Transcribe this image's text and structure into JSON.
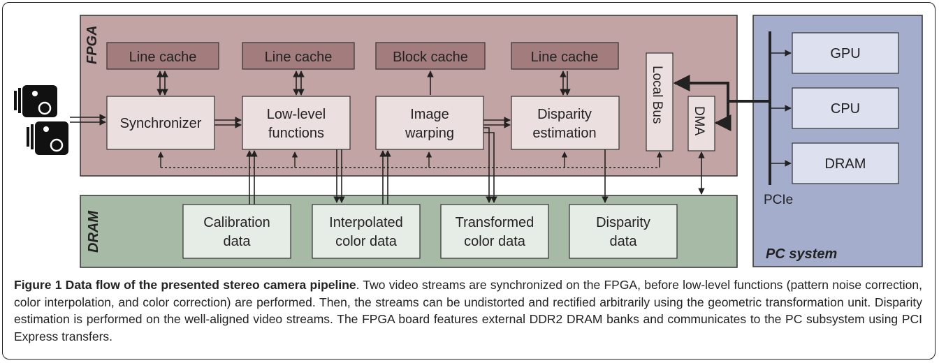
{
  "regions": {
    "fpga": "FPGA",
    "dram": "DRAM",
    "pc": "PC system"
  },
  "caches": [
    "Line cache",
    "Line cache",
    "Block cache",
    "Line cache"
  ],
  "modules": {
    "synchronizer": [
      "Synchronizer"
    ],
    "lowlevel": [
      "Low-level",
      "functions"
    ],
    "warping": [
      "Image",
      "warping"
    ],
    "disparity": [
      "Disparity",
      "estimation"
    ]
  },
  "bus": {
    "local": "Local Bus",
    "dma": "DMA",
    "pcie": "PCIe"
  },
  "pc_units": [
    "GPU",
    "CPU",
    "DRAM"
  ],
  "dram_boxes": [
    [
      "Calibration",
      "data"
    ],
    [
      "Interpolated",
      "color data"
    ],
    [
      "Transformed",
      "color data"
    ],
    [
      "Disparity",
      "data"
    ]
  ],
  "caption": {
    "title": "Figure 1 Data flow of the presented stereo camera pipeline",
    "body": ". Two video streams are synchronized on the FPGA, before low-level functions (pattern noise correction, color interpolation, and color correction) are performed. Then, the streams can be undistorted and rectified arbitrarily using the geometric transformation unit. Disparity estimation is performed on the well-aligned video streams. The FPGA board features external DDR2 DRAM banks and communicates to the PC subsystem using PCI Express transfers."
  },
  "colors": {
    "fpga_fill": "#c3a4a4",
    "cache_fill": "#a37d7d",
    "module_fill": "#ecdfdf",
    "dram_fill": "#a6baa6",
    "dram_box_fill": "#e6ece6",
    "pc_fill": "#a4aecc",
    "pc_box_fill": "#dde0ee"
  }
}
